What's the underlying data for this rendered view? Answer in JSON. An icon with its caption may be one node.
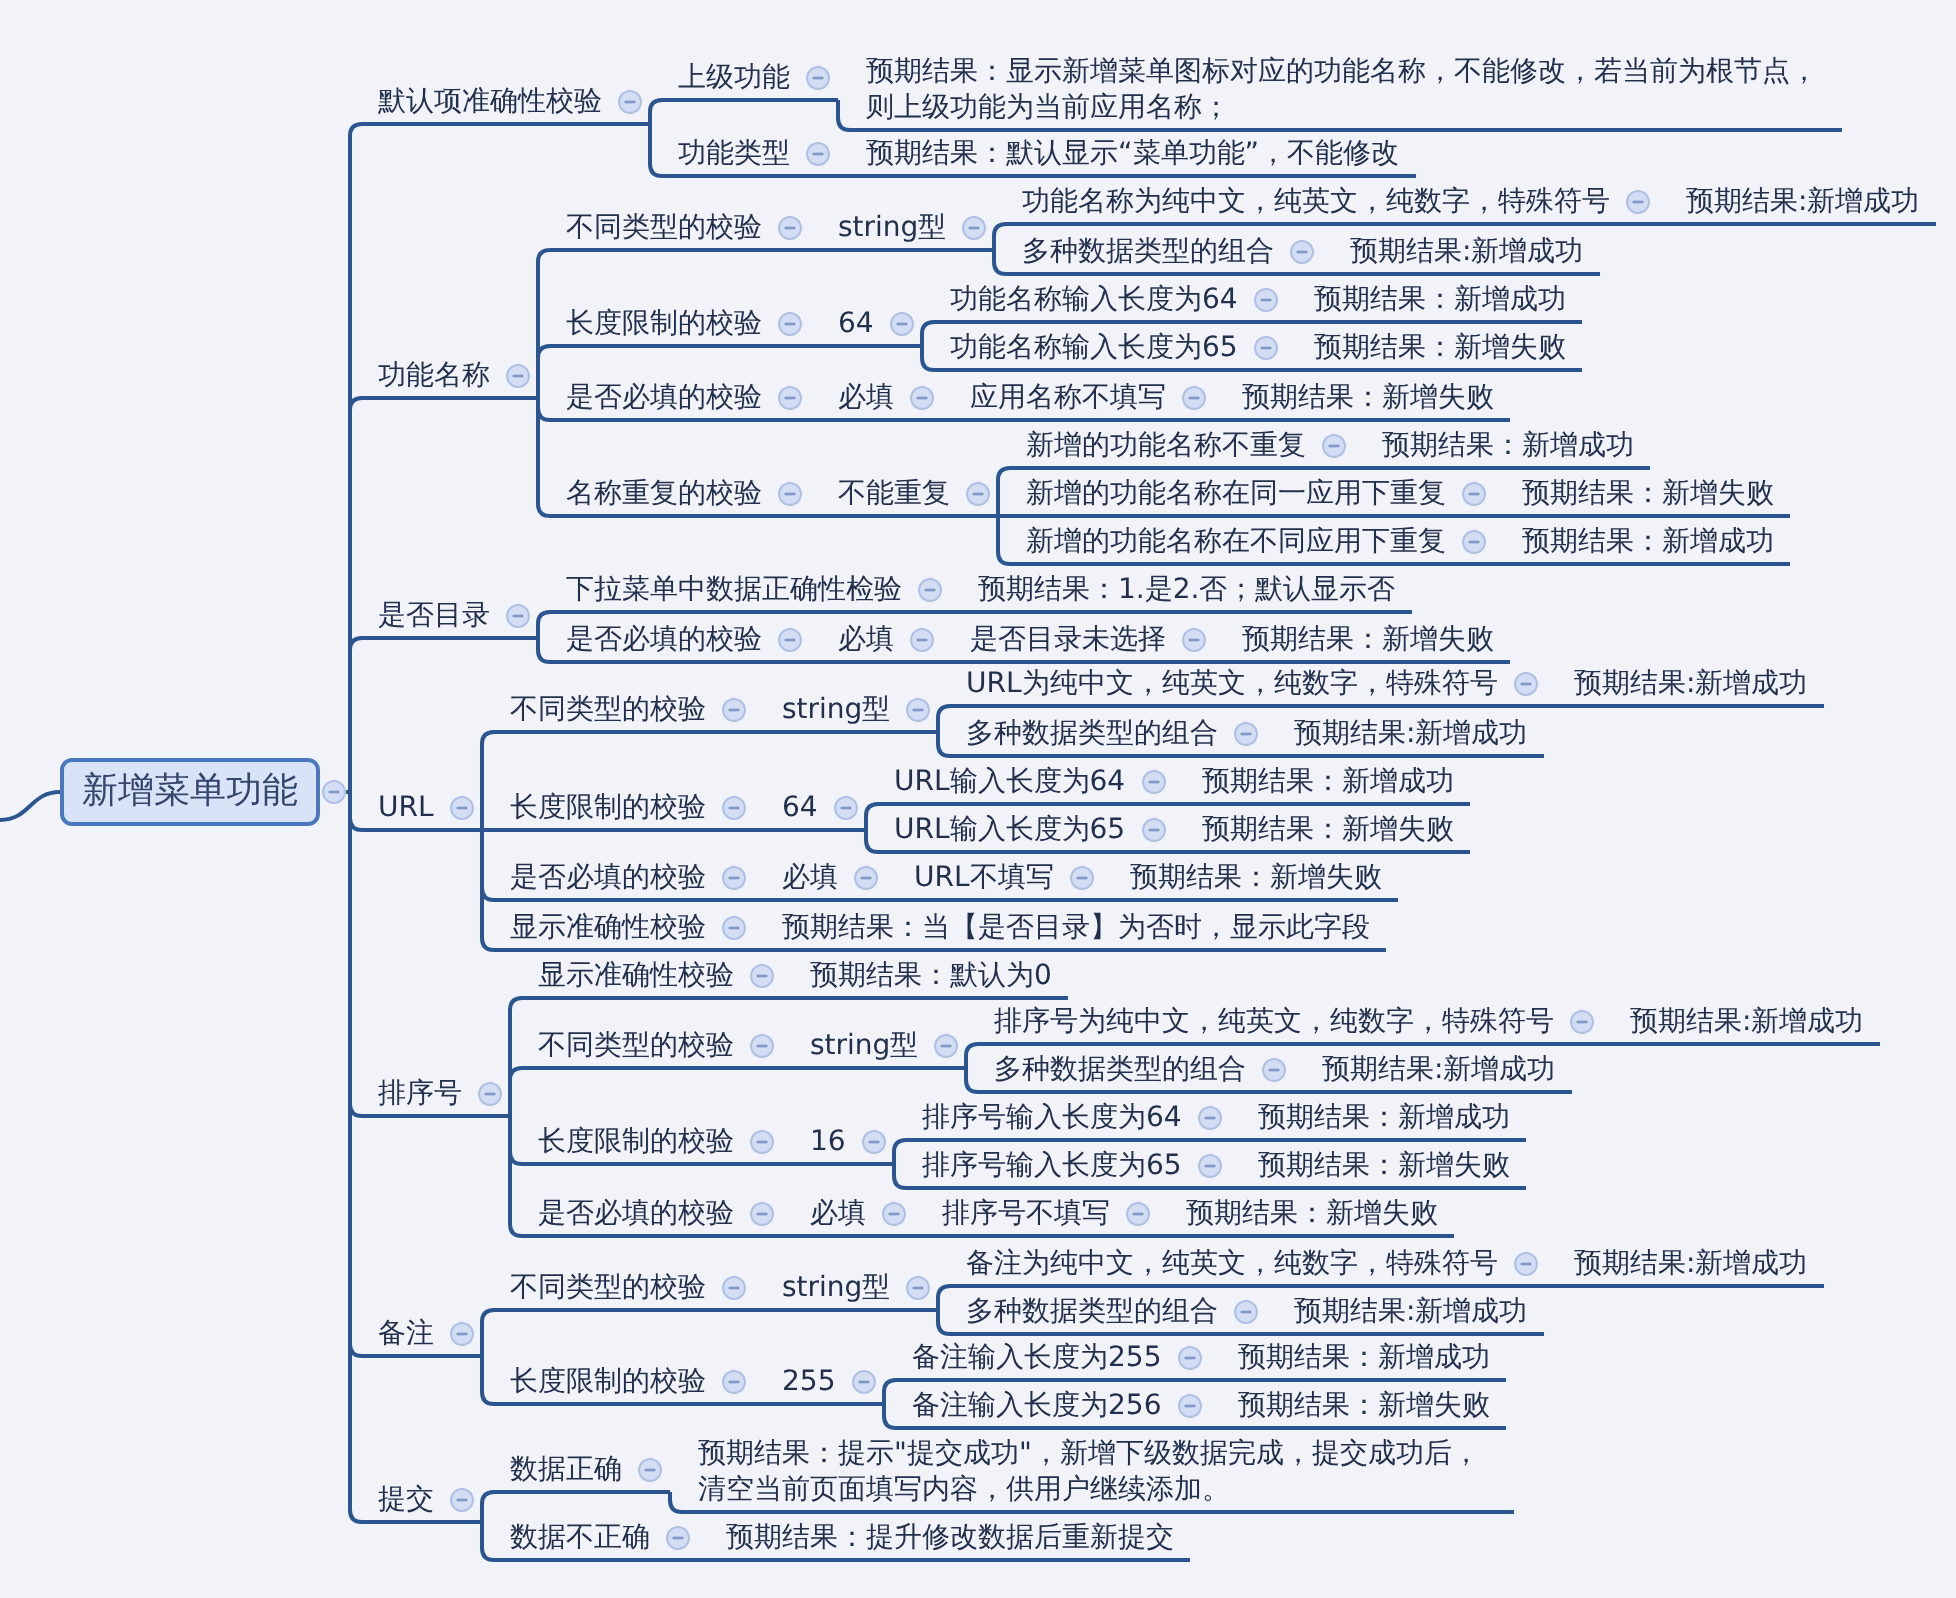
{
  "diagram": {
    "nodes": [
      {
        "text": [
          "新增菜单功能"
        ]
      },
      {
        "text": [
          "默认项准确性校验"
        ]
      },
      {
        "text": [
          "上级功能"
        ]
      },
      {
        "text": [
          "预期结果：显示新增菜单图标对应的功能名称，不能修改，若当前为根节点，则上级功能为当前应用名称；"
        ]
      },
      {
        "text": [
          "功能类型"
        ]
      },
      {
        "text": [
          "预期结果：默认显示“菜单功能”，不能修改"
        ]
      },
      {
        "text": [
          "功能名称"
        ]
      },
      {
        "text": [
          "不同类型的校验"
        ]
      },
      {
        "text": [
          "string型"
        ]
      },
      {
        "text": [
          "功能名称为纯中文，纯英文，纯数字，特殊符号"
        ]
      },
      {
        "text": [
          "预期结果:新增成功"
        ]
      },
      {
        "text": [
          "多种数据类型的组合"
        ]
      },
      {
        "text": [
          "预期结果:新增成功"
        ]
      },
      {
        "text": [
          "长度限制的校验"
        ]
      },
      {
        "text": [
          "64"
        ]
      },
      {
        "text": [
          "功能名称输入长度为64"
        ]
      },
      {
        "text": [
          "预期结果：新增成功"
        ]
      },
      {
        "text": [
          "功能名称输入长度为65"
        ]
      },
      {
        "text": [
          "预期结果：新增失败"
        ]
      },
      {
        "text": [
          "是否必填的校验"
        ]
      },
      {
        "text": [
          "必填"
        ]
      },
      {
        "text": [
          "应用名称不填写"
        ]
      },
      {
        "text": [
          "预期结果：新增失败"
        ]
      },
      {
        "text": [
          "名称重复的校验"
        ]
      },
      {
        "text": [
          "不能重复"
        ]
      },
      {
        "text": [
          "新增的功能名称不重复"
        ]
      },
      {
        "text": [
          "预期结果：新增成功"
        ]
      },
      {
        "text": [
          "新增的功能名称在同一应用下重复"
        ]
      },
      {
        "text": [
          "预期结果：新增失败"
        ]
      },
      {
        "text": [
          "新增的功能名称在不同应用下重复"
        ]
      },
      {
        "text": [
          "预期结果：新增成功"
        ]
      },
      {
        "text": [
          "是否目录"
        ]
      },
      {
        "text": [
          "下拉菜单中数据正确性检验"
        ]
      },
      {
        "text": [
          "预期结果：1.是2.否；默认显示否"
        ]
      },
      {
        "text": [
          "是否必填的校验"
        ]
      },
      {
        "text": [
          "必填"
        ]
      },
      {
        "text": [
          "是否目录未选择"
        ]
      },
      {
        "text": [
          "预期结果：新增失败"
        ]
      },
      {
        "text": [
          "URL"
        ]
      },
      {
        "text": [
          "不同类型的校验"
        ]
      },
      {
        "text": [
          "string型"
        ]
      },
      {
        "text": [
          "URL为纯中文，纯英文，纯数字，特殊符号"
        ]
      },
      {
        "text": [
          "预期结果:新增成功"
        ]
      },
      {
        "text": [
          "多种数据类型的组合"
        ]
      },
      {
        "text": [
          "预期结果:新增成功"
        ]
      },
      {
        "text": [
          "长度限制的校验"
        ]
      },
      {
        "text": [
          "64"
        ]
      },
      {
        "text": [
          "URL输入长度为64"
        ]
      },
      {
        "text": [
          "预期结果：新增成功"
        ]
      },
      {
        "text": [
          "URL输入长度为65"
        ]
      },
      {
        "text": [
          "预期结果：新增失败"
        ]
      },
      {
        "text": [
          "是否必填的校验"
        ]
      },
      {
        "text": [
          "必填"
        ]
      },
      {
        "text": [
          "URL不填写"
        ]
      },
      {
        "text": [
          "预期结果：新增失败"
        ]
      },
      {
        "text": [
          "显示准确性校验"
        ]
      },
      {
        "text": [
          "预期结果：当【是否目录】为否时，显示此字段"
        ]
      },
      {
        "text": [
          "排序号"
        ]
      },
      {
        "text": [
          "显示准确性校验"
        ]
      },
      {
        "text": [
          "预期结果：默认为0"
        ]
      },
      {
        "text": [
          "不同类型的校验"
        ]
      },
      {
        "text": [
          "string型"
        ]
      },
      {
        "text": [
          "排序号为纯中文，纯英文，纯数字，特殊符号"
        ]
      },
      {
        "text": [
          "预期结果:新增成功"
        ]
      },
      {
        "text": [
          "多种数据类型的组合"
        ]
      },
      {
        "text": [
          "预期结果:新增成功"
        ]
      },
      {
        "text": [
          "长度限制的校验"
        ]
      },
      {
        "text": [
          "16"
        ]
      },
      {
        "text": [
          "排序号输入长度为64"
        ]
      },
      {
        "text": [
          "预期结果：新增成功"
        ]
      },
      {
        "text": [
          "排序号输入长度为65"
        ]
      },
      {
        "text": [
          "预期结果：新增失败"
        ]
      },
      {
        "text": [
          "是否必填的校验"
        ]
      },
      {
        "text": [
          "必填"
        ]
      },
      {
        "text": [
          "排序号不填写"
        ]
      },
      {
        "text": [
          "预期结果：新增失败"
        ]
      },
      {
        "text": [
          "备注"
        ]
      },
      {
        "text": [
          "不同类型的校验"
        ]
      },
      {
        "text": [
          "string型"
        ]
      },
      {
        "text": [
          "备注为纯中文，纯英文，纯数字，特殊符号"
        ]
      },
      {
        "text": [
          "预期结果:新增成功"
        ]
      },
      {
        "text": [
          "多种数据类型的组合"
        ]
      },
      {
        "text": [
          "预期结果:新增成功"
        ]
      },
      {
        "text": [
          "长度限制的校验"
        ]
      },
      {
        "text": [
          "255"
        ]
      },
      {
        "text": [
          "备注输入长度为255"
        ]
      },
      {
        "text": [
          "预期结果：新增成功"
        ]
      },
      {
        "text": [
          "备注输入长度为256"
        ]
      },
      {
        "text": [
          "预期结果：新增失败"
        ]
      },
      {
        "text": [
          "提交"
        ]
      },
      {
        "text": [
          "数据正确"
        ]
      },
      {
        "text": [
          "预期结果：提示\"提交成功\"，新增下级数据完成，提交成功后，清空当前页面填写内容，供用户继续添加。"
        ]
      },
      {
        "text": [
          "数据不正确"
        ]
      },
      {
        "text": [
          "预期结果：提升修改数据后重新提交"
        ]
      }
    ],
    "edges": [
      {
        "from": null,
        "to": 0,
        "arrow": "none"
      },
      {
        "from": 0,
        "to": 1,
        "arrow": "none"
      },
      {
        "from": 1,
        "to": 2,
        "arrow": "none"
      },
      {
        "from": 2,
        "to": 3,
        "arrow": "none"
      },
      {
        "from": 1,
        "to": 4,
        "arrow": "none"
      },
      {
        "from": 4,
        "to": 5,
        "arrow": "none"
      },
      {
        "from": 0,
        "to": 6,
        "arrow": "none"
      },
      {
        "from": 6,
        "to": 7,
        "arrow": "none"
      },
      {
        "from": 7,
        "to": 8,
        "arrow": "none"
      },
      {
        "from": 8,
        "to": 9,
        "arrow": "none"
      },
      {
        "from": 9,
        "to": 10,
        "arrow": "none"
      },
      {
        "from": 8,
        "to": 11,
        "arrow": "none"
      },
      {
        "from": 11,
        "to": 12,
        "arrow": "none"
      },
      {
        "from": 6,
        "to": 13,
        "arrow": "none"
      },
      {
        "from": 13,
        "to": 14,
        "arrow": "none"
      },
      {
        "from": 14,
        "to": 15,
        "arrow": "none"
      },
      {
        "from": 15,
        "to": 16,
        "arrow": "none"
      },
      {
        "from": 14,
        "to": 17,
        "arrow": "none"
      },
      {
        "from": 17,
        "to": 18,
        "arrow": "none"
      },
      {
        "from": 6,
        "to": 19,
        "arrow": "none"
      },
      {
        "from": 19,
        "to": 20,
        "arrow": "none"
      },
      {
        "from": 20,
        "to": 21,
        "arrow": "none"
      },
      {
        "from": 21,
        "to": 22,
        "arrow": "none"
      },
      {
        "from": 6,
        "to": 23,
        "arrow": "none"
      },
      {
        "from": 23,
        "to": 24,
        "arrow": "none"
      },
      {
        "from": 24,
        "to": 25,
        "arrow": "none"
      },
      {
        "from": 25,
        "to": 26,
        "arrow": "none"
      },
      {
        "from": 24,
        "to": 27,
        "arrow": "none"
      },
      {
        "from": 27,
        "to": 28,
        "arrow": "none"
      },
      {
        "from": 24,
        "to": 29,
        "arrow": "none"
      },
      {
        "from": 29,
        "to": 30,
        "arrow": "none"
      },
      {
        "from": 0,
        "to": 31,
        "arrow": "none"
      },
      {
        "from": 31,
        "to": 32,
        "arrow": "none"
      },
      {
        "from": 32,
        "to": 33,
        "arrow": "none"
      },
      {
        "from": 31,
        "to": 34,
        "arrow": "none"
      },
      {
        "from": 34,
        "to": 35,
        "arrow": "none"
      },
      {
        "from": 35,
        "to": 36,
        "arrow": "none"
      },
      {
        "from": 36,
        "to": 37,
        "arrow": "none"
      },
      {
        "from": 0,
        "to": 38,
        "arrow": "none"
      },
      {
        "from": 38,
        "to": 39,
        "arrow": "none"
      },
      {
        "from": 39,
        "to": 40,
        "arrow": "none"
      },
      {
        "from": 40,
        "to": 41,
        "arrow": "none"
      },
      {
        "from": 41,
        "to": 42,
        "arrow": "none"
      },
      {
        "from": 40,
        "to": 43,
        "arrow": "none"
      },
      {
        "from": 43,
        "to": 44,
        "arrow": "none"
      },
      {
        "from": 38,
        "to": 45,
        "arrow": "none"
      },
      {
        "from": 45,
        "to": 46,
        "arrow": "none"
      },
      {
        "from": 46,
        "to": 47,
        "arrow": "none"
      },
      {
        "from": 47,
        "to": 48,
        "arrow": "none"
      },
      {
        "from": 46,
        "to": 49,
        "arrow": "none"
      },
      {
        "from": 49,
        "to": 50,
        "arrow": "none"
      },
      {
        "from": 38,
        "to": 51,
        "arrow": "none"
      },
      {
        "from": 51,
        "to": 52,
        "arrow": "none"
      },
      {
        "from": 52,
        "to": 53,
        "arrow": "none"
      },
      {
        "from": 53,
        "to": 54,
        "arrow": "none"
      },
      {
        "from": 38,
        "to": 55,
        "arrow": "none"
      },
      {
        "from": 55,
        "to": 56,
        "arrow": "none"
      },
      {
        "from": 0,
        "to": 57,
        "arrow": "none"
      },
      {
        "from": 57,
        "to": 58,
        "arrow": "none"
      },
      {
        "from": 58,
        "to": 59,
        "arrow": "none"
      },
      {
        "from": 57,
        "to": 60,
        "arrow": "none"
      },
      {
        "from": 60,
        "to": 61,
        "arrow": "none"
      },
      {
        "from": 61,
        "to": 62,
        "arrow": "none"
      },
      {
        "from": 62,
        "to": 63,
        "arrow": "none"
      },
      {
        "from": 61,
        "to": 64,
        "arrow": "none"
      },
      {
        "from": 64,
        "to": 65,
        "arrow": "none"
      },
      {
        "from": 57,
        "to": 66,
        "arrow": "none"
      },
      {
        "from": 66,
        "to": 67,
        "arrow": "none"
      },
      {
        "from": 67,
        "to": 68,
        "arrow": "none"
      },
      {
        "from": 68,
        "to": 69,
        "arrow": "none"
      },
      {
        "from": 67,
        "to": 70,
        "arrow": "none"
      },
      {
        "from": 70,
        "to": 71,
        "arrow": "none"
      },
      {
        "from": 57,
        "to": 72,
        "arrow": "none"
      },
      {
        "from": 72,
        "to": 73,
        "arrow": "none"
      },
      {
        "from": 73,
        "to": 74,
        "arrow": "none"
      },
      {
        "from": 74,
        "to": 75,
        "arrow": "none"
      },
      {
        "from": 0,
        "to": 76,
        "arrow": "none"
      },
      {
        "from": 76,
        "to": 77,
        "arrow": "none"
      },
      {
        "from": 77,
        "to": 78,
        "arrow": "none"
      },
      {
        "from": 78,
        "to": 79,
        "arrow": "none"
      },
      {
        "from": 79,
        "to": 80,
        "arrow": "none"
      },
      {
        "from": 78,
        "to": 81,
        "arrow": "none"
      },
      {
        "from": 81,
        "to": 82,
        "arrow": "none"
      },
      {
        "from": 76,
        "to": 83,
        "arrow": "none"
      },
      {
        "from": 83,
        "to": 84,
        "arrow": "none"
      },
      {
        "from": 84,
        "to": 85,
        "arrow": "none"
      },
      {
        "from": 85,
        "to": 86,
        "arrow": "none"
      },
      {
        "from": 84,
        "to": 87,
        "arrow": "none"
      },
      {
        "from": 87,
        "to": 88,
        "arrow": "none"
      },
      {
        "from": 0,
        "to": 89,
        "arrow": "none"
      },
      {
        "from": 89,
        "to": 90,
        "arrow": "none"
      },
      {
        "from": 90,
        "to": 91,
        "arrow": "none"
      },
      {
        "from": 89,
        "to": 92,
        "arrow": "none"
      },
      {
        "from": 92,
        "to": 93,
        "arrow": "none"
      }
    ]
  }
}
